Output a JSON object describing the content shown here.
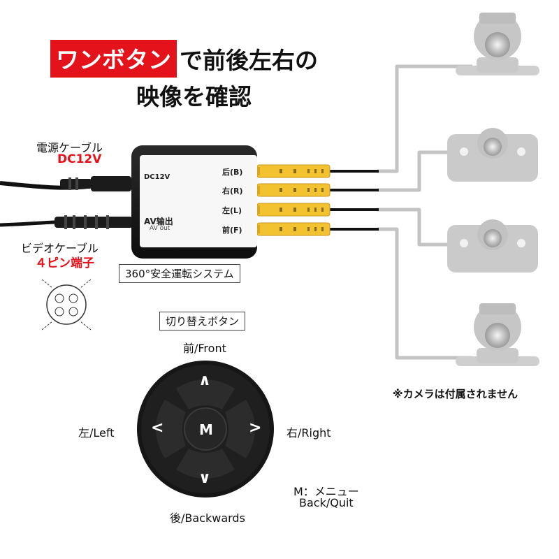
{
  "title": {
    "highlight": "ワンボタン",
    "line1_rest": "で前後左右の",
    "line2": "映像を確認"
  },
  "power_cable": {
    "label": "電源ケーブル",
    "voltage": "DC12V"
  },
  "video_cable": {
    "label": "ビデオケーブル",
    "pins": "４ピン端子"
  },
  "control_box": {
    "dc_label": "DC12V",
    "av_label": "AV输出",
    "av_sub": "AV out",
    "ports": [
      "后(B)",
      "右(R)",
      "左(L)",
      "前(F)"
    ]
  },
  "system_caption": "360°安全運転システム",
  "switch_caption": "切り替えボタン",
  "remote": {
    "up": "∧",
    "down": "∨",
    "left": "<",
    "right": ">",
    "center": "M"
  },
  "directions": {
    "front": "前/Front",
    "left": "左/Left",
    "right": "右/Right",
    "back": "後/Backwards"
  },
  "menu_note": {
    "line1": "M：メニュー",
    "line2": "Back/Quit"
  },
  "camera_note": "※カメラは付属されません",
  "colors": {
    "accent_red": "#e3121b",
    "connector_yellow": "#f2c230",
    "camera_gray": "#c9c9c9"
  }
}
